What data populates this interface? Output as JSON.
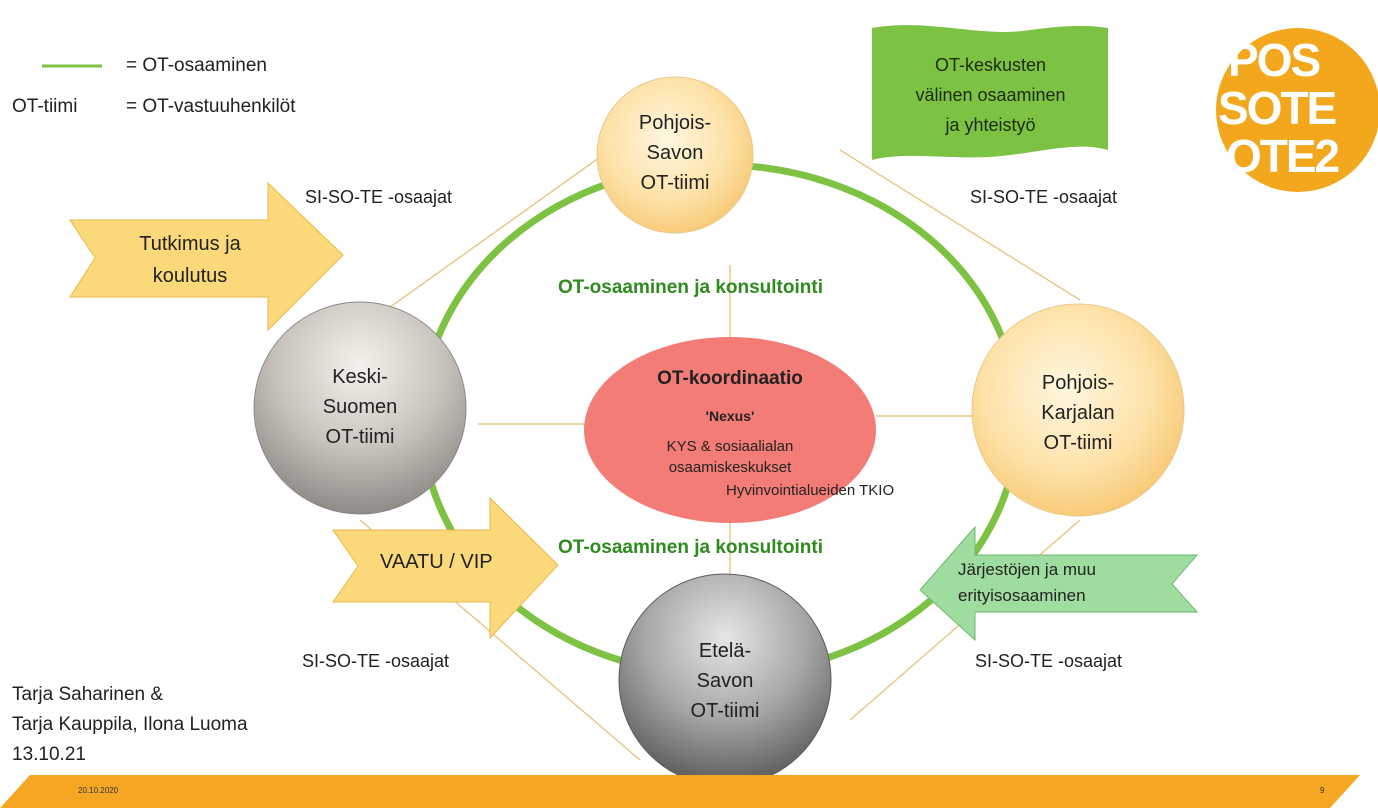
{
  "legend": {
    "line_label": "= OT-osaaminen",
    "team_term": "OT-tiimi",
    "team_definition": "= OT-vastuuhenkilöt"
  },
  "nodes": {
    "north": [
      "Pohjois-",
      "Savon",
      "OT-tiimi"
    ],
    "west": [
      "Keski-",
      "Suomen",
      "OT-tiimi"
    ],
    "east": [
      "Pohjois-",
      "Karjalan",
      "OT-tiimi"
    ],
    "south": [
      "Etelä-",
      "Savon",
      "OT-tiimi"
    ]
  },
  "center": {
    "title": "OT-koordinaatio",
    "subtitle": "'Nexus'",
    "line1": "KYS & sosiaalialan",
    "line2": "osaamiskeskukset",
    "line3": "Hyvinvointialueiden TKIO"
  },
  "green_labels": {
    "top": "OT-osaaminen ja konsultointi",
    "bottom": "OT-osaaminen ja konsultointi"
  },
  "role_labels": {
    "top_left": "SI-SO-TE -osaajat",
    "top_right": "SI-SO-TE -osaajat",
    "bottom_left": "SI-SO-TE -osaajat",
    "bottom_right": "SI-SO-TE -osaajat"
  },
  "arrows": {
    "research": [
      "Tutkimus ja",
      "koulutus"
    ],
    "vaatu": "VAATU / VIP",
    "organizations": [
      "Järjestöjen ja muu",
      "erityisosaaminen"
    ]
  },
  "banner": [
    "OT-keskusten",
    "välinen osaaminen",
    "ja yhteistyö"
  ],
  "logo": [
    "POS",
    "SOTE",
    "OTE2"
  ],
  "authors": [
    "Tarja Saharinen &",
    "Tarja Kauppila, Ilona Luoma",
    "13.10.21"
  ],
  "footer": {
    "date": "20.10.2020",
    "page": "9"
  },
  "colors": {
    "ring_green": "#7dc242",
    "center_red": "#f47c77",
    "arrow_yellow": "#fbd97a",
    "arrow_green": "#9fdca0",
    "banner_green": "#7cc243",
    "logo_orange": "#f2a71d",
    "footer_orange": "#f5a623"
  }
}
